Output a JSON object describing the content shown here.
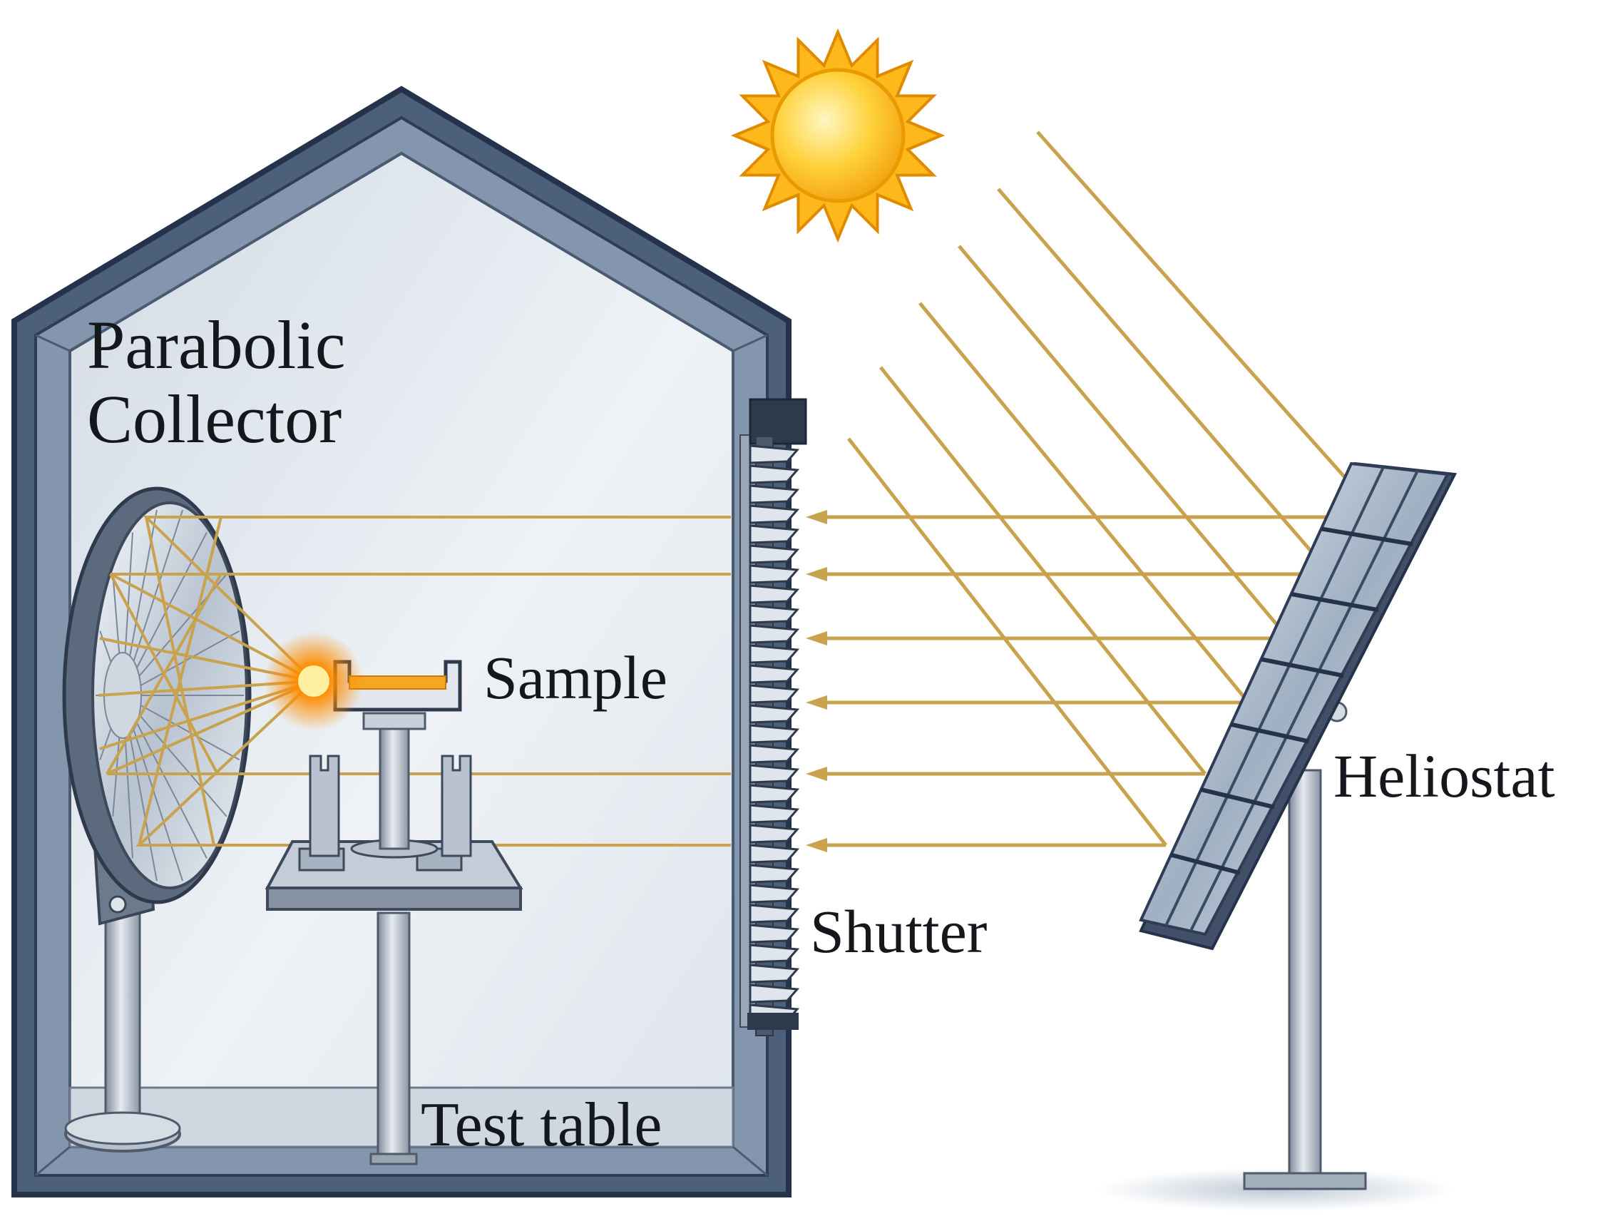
{
  "labels": {
    "parabolic_line1": "Parabolic",
    "parabolic_line2": "Collector",
    "sample": "Sample",
    "shutter": "Shutter",
    "heliostat": "Heliostat",
    "test_table": "Test table"
  },
  "colors": {
    "building_wall": "#4c6079",
    "building_wall_dark": "#2a3a52",
    "interior": "#e6ebf1",
    "sun_rays": "#c9a24d",
    "sun_core": "#ffc21a",
    "sample_glow": "#ff7a00",
    "metal": "#a9b4c2"
  }
}
